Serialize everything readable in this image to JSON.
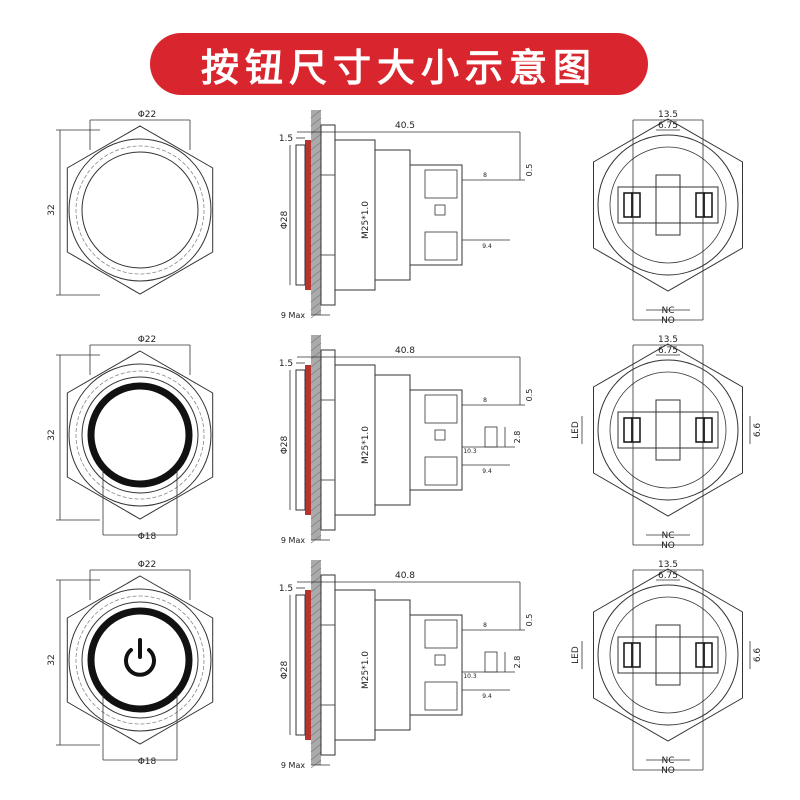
{
  "title": "按钮尺寸大小示意图",
  "colors": {
    "title_bg": "#d9262e",
    "title_fg": "#ffffff",
    "line": "#333333",
    "flange": "#b5342d",
    "panel": "#aaaaaa"
  },
  "rows": [
    {
      "front": {
        "d22": "Φ22",
        "h32": "32",
        "d18": "",
        "ring": false,
        "power_icon": false
      },
      "side": {
        "len": "40.5",
        "flange": "1.5",
        "d28": "Φ28",
        "thread": "M25*1.0",
        "nine": "9 Max",
        "half": "0.5",
        "pin8": "8",
        "pin94": "9.4",
        "p28": "",
        "p103": ""
      },
      "back": {
        "w135": "13.5",
        "w675": "6.75",
        "nc": "NC",
        "no": "NO",
        "led": "",
        "h66": ""
      }
    },
    {
      "front": {
        "d22": "Φ22",
        "h32": "32",
        "d18": "Φ18",
        "ring": true,
        "power_icon": false
      },
      "side": {
        "len": "40.8",
        "flange": "1.5",
        "d28": "Φ28",
        "thread": "M25*1.0",
        "nine": "9 Max",
        "half": "0.5",
        "pin8": "8",
        "pin94": "9.4",
        "p28": "2.8",
        "p103": "10.3"
      },
      "back": {
        "w135": "13.5",
        "w675": "6.75",
        "nc": "NC",
        "no": "NO",
        "led": "LED",
        "h66": "6.6"
      }
    },
    {
      "front": {
        "d22": "Φ22",
        "h32": "32",
        "d18": "Φ18",
        "ring": true,
        "power_icon": true
      },
      "side": {
        "len": "40.8",
        "flange": "1.5",
        "d28": "Φ28",
        "thread": "M25*1.0",
        "nine": "9 Max",
        "half": "0.5",
        "pin8": "8",
        "pin94": "9.4",
        "p28": "2.8",
        "p103": "10.3"
      },
      "back": {
        "w135": "13.5",
        "w675": "6.75",
        "nc": "NC",
        "no": "NO",
        "led": "LED",
        "h66": "6.6"
      }
    }
  ]
}
